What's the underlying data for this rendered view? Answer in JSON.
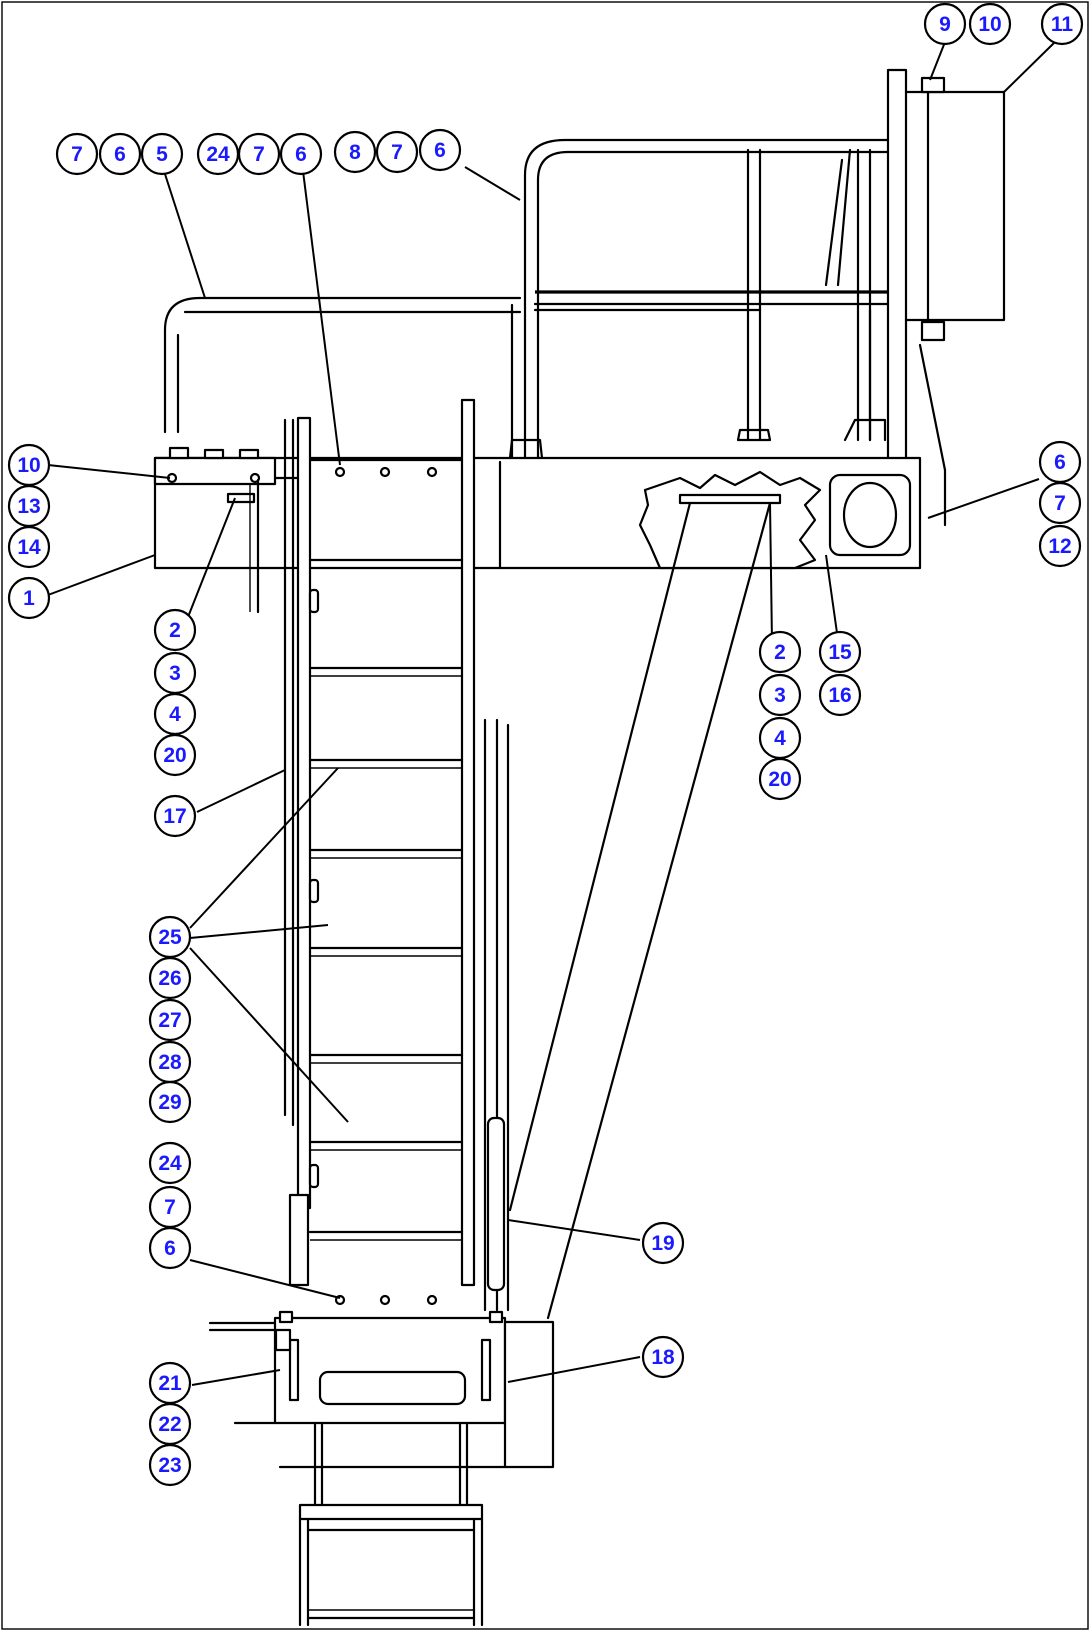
{
  "diagram": {
    "callouts": [
      {
        "id": "c7a",
        "label": "7"
      },
      {
        "id": "c6a",
        "label": "6"
      },
      {
        "id": "c5",
        "label": "5"
      },
      {
        "id": "c24a",
        "label": "24"
      },
      {
        "id": "c7b",
        "label": "7"
      },
      {
        "id": "c6b",
        "label": "6"
      },
      {
        "id": "c8",
        "label": "8"
      },
      {
        "id": "c7c",
        "label": "7"
      },
      {
        "id": "c6c",
        "label": "6"
      },
      {
        "id": "c9",
        "label": "9"
      },
      {
        "id": "c10a",
        "label": "10"
      },
      {
        "id": "c11",
        "label": "11"
      },
      {
        "id": "c10b",
        "label": "10"
      },
      {
        "id": "c13",
        "label": "13"
      },
      {
        "id": "c14",
        "label": "14"
      },
      {
        "id": "c1",
        "label": "1"
      },
      {
        "id": "c2a",
        "label": "2"
      },
      {
        "id": "c3a",
        "label": "3"
      },
      {
        "id": "c4a",
        "label": "4"
      },
      {
        "id": "c20a",
        "label": "20"
      },
      {
        "id": "c17",
        "label": "17"
      },
      {
        "id": "c6d",
        "label": "6"
      },
      {
        "id": "c7d",
        "label": "7"
      },
      {
        "id": "c12",
        "label": "12"
      },
      {
        "id": "c2b",
        "label": "2"
      },
      {
        "id": "c3b",
        "label": "3"
      },
      {
        "id": "c4b",
        "label": "4"
      },
      {
        "id": "c20b",
        "label": "20"
      },
      {
        "id": "c15",
        "label": "15"
      },
      {
        "id": "c16",
        "label": "16"
      },
      {
        "id": "c25",
        "label": "25"
      },
      {
        "id": "c26",
        "label": "26"
      },
      {
        "id": "c27",
        "label": "27"
      },
      {
        "id": "c28",
        "label": "28"
      },
      {
        "id": "c29",
        "label": "29"
      },
      {
        "id": "c24b",
        "label": "24"
      },
      {
        "id": "c7e",
        "label": "7"
      },
      {
        "id": "c6e",
        "label": "6"
      },
      {
        "id": "c19",
        "label": "19"
      },
      {
        "id": "c18",
        "label": "18"
      },
      {
        "id": "c21",
        "label": "21"
      },
      {
        "id": "c22",
        "label": "22"
      },
      {
        "id": "c23",
        "label": "23"
      }
    ]
  }
}
